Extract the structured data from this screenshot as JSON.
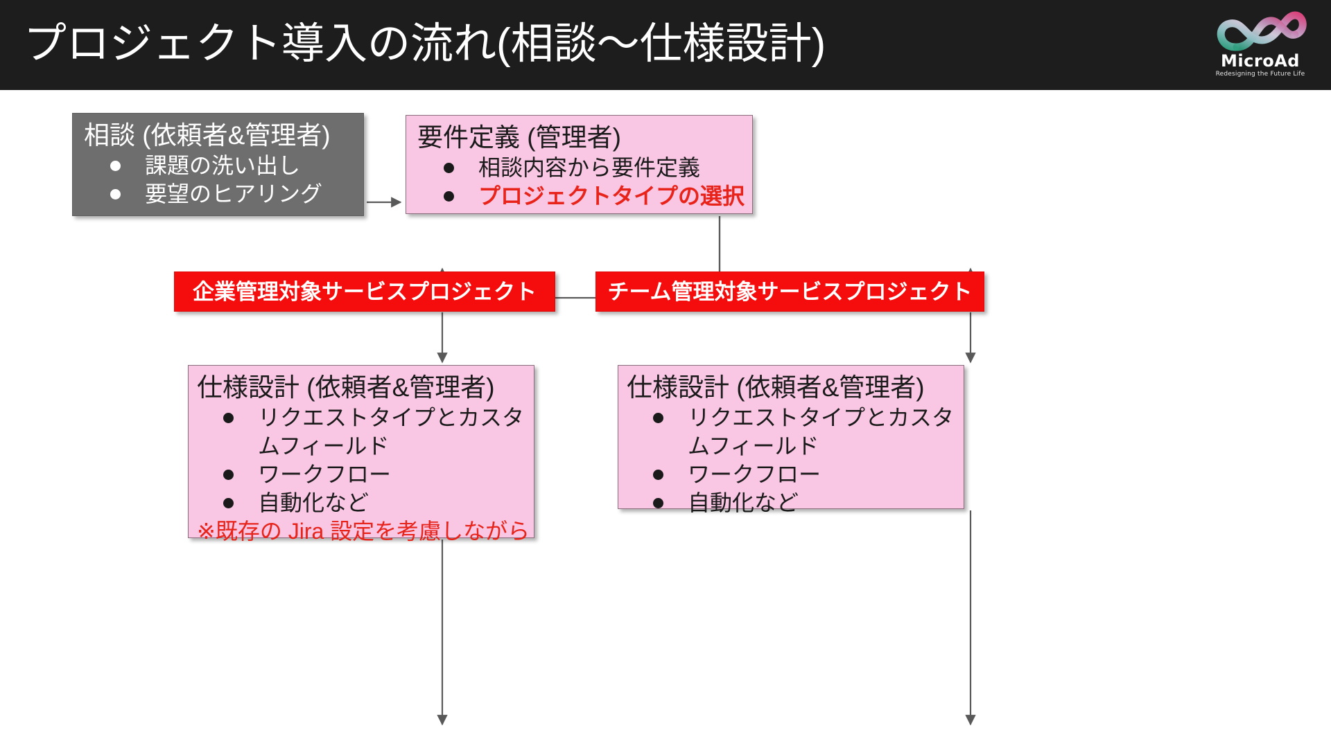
{
  "header": {
    "title": "プロジェクト導入の流れ(相談～仕様設計)",
    "logo": {
      "wordmark": "MicroAd",
      "tagline": "Redesigning the Future Life"
    }
  },
  "colors": {
    "header_bg": "#1d1d1d",
    "gray_box": "#6e6e6e",
    "pink_box": "#f9c6e3",
    "red_box": "#f50d0d",
    "accent_red_text": "#e8231a",
    "connector": "#595959"
  },
  "flow": {
    "consult": {
      "title": "相談 (依頼者&管理者)",
      "bullets": [
        {
          "text": "課題の洗い出し",
          "emphasis": false
        },
        {
          "text": "要望のヒアリング",
          "emphasis": false
        }
      ]
    },
    "requirement": {
      "title": "要件定義 (管理者)",
      "bullets": [
        {
          "text": "相談内容から要件定義",
          "emphasis": false
        },
        {
          "text": "プロジェクトタイプの選択",
          "emphasis": true
        }
      ]
    },
    "branch_enterprise": {
      "label": "企業管理対象サービスプロジェクト"
    },
    "branch_team": {
      "label": "チーム管理対象サービスプロジェクト"
    },
    "spec_left": {
      "title": "仕様設計 (依頼者&管理者)",
      "bullets": [
        {
          "text": "リクエストタイプとカスタ",
          "emphasis": false,
          "dot": true
        },
        {
          "text": "ムフィールド",
          "emphasis": false,
          "dot": false
        },
        {
          "text": "ワークフロー",
          "emphasis": false,
          "dot": true
        },
        {
          "text": "自動化など",
          "emphasis": false,
          "dot": true
        }
      ],
      "note": "※既存の Jira 設定を考慮しながら"
    },
    "spec_right": {
      "title": "仕様設計 (依頼者&管理者)",
      "bullets": [
        {
          "text": "リクエストタイプとカスタ",
          "emphasis": false,
          "dot": true
        },
        {
          "text": "ムフィールド",
          "emphasis": false,
          "dot": false
        },
        {
          "text": "ワークフロー",
          "emphasis": false,
          "dot": true
        },
        {
          "text": "自動化など",
          "emphasis": false,
          "dot": true
        }
      ],
      "note": ""
    }
  }
}
